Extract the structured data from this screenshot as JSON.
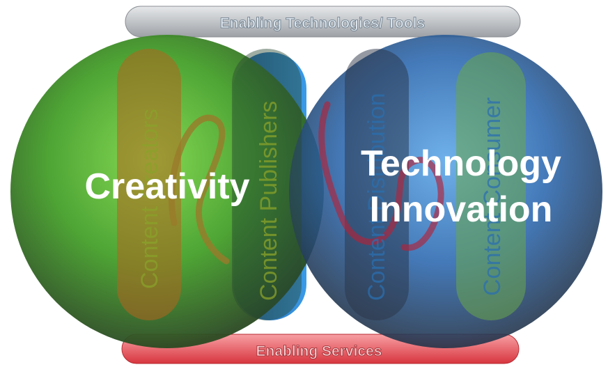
{
  "bars": {
    "top_label": "Enabling Technologies/ Tools",
    "bottom_label": "Enabling Services"
  },
  "left_sphere": {
    "title": "Creativity",
    "pills": [
      "Content Creators",
      "Content Publishers"
    ]
  },
  "right_sphere": {
    "title_line1": "Technology",
    "title_line2": "Innovation",
    "pills": [
      "Content Distribution",
      "Content Consumer"
    ]
  },
  "colors": {
    "left_sphere": "#4aa82a",
    "right_sphere": "#2f6fb3",
    "top_bar": "#a9adb3",
    "bottom_bar": "#e24a52",
    "publisher_band": "#2e86d6",
    "ribbon_left": "#9a7a2a",
    "ribbon_right": "#b0243a",
    "pill_orange": "#b5651e",
    "pill_green": "#6aa84a"
  }
}
